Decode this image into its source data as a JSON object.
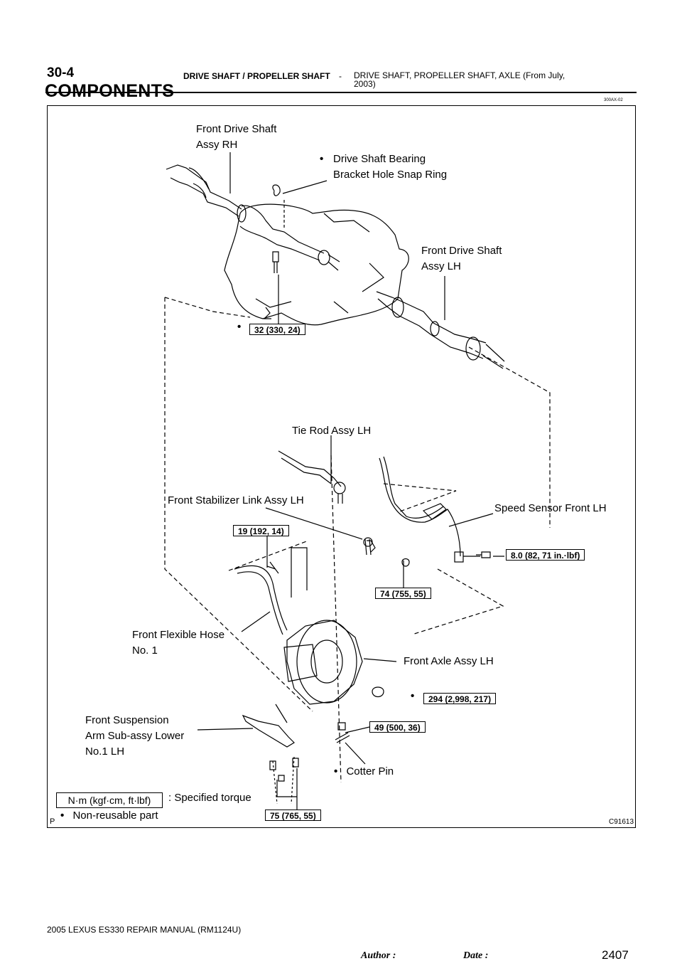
{
  "header": {
    "page_number": "30-4",
    "section_left": "DRIVE SHAFT / PROPELLER SHAFT",
    "section_dash": "-",
    "section_right": "DRIVE SHAFT, PROPELLER SHAFT, AXLE (From July, 2003)",
    "doc_code": "300AX-02"
  },
  "title": "COMPONENTS",
  "figure": {
    "labels": {
      "front_drive_shaft_rh_1": "Front Drive Shaft",
      "front_drive_shaft_rh_2": "Assy RH",
      "snap_ring_1": "Drive Shaft Bearing",
      "snap_ring_2": "Bracket Hole Snap Ring",
      "front_drive_shaft_lh_1": "Front Drive Shaft",
      "front_drive_shaft_lh_2": "Assy LH",
      "tie_rod": "Tie Rod Assy LH",
      "stabilizer_link": "Front Stabilizer Link Assy LH",
      "speed_sensor": "Speed Sensor Front LH",
      "flexible_hose_1": "Front Flexible Hose",
      "flexible_hose_2": "No. 1",
      "front_axle": "Front Axle Assy LH",
      "suspension_arm_1": "Front Suspension",
      "suspension_arm_2": "Arm Sub-assy Lower",
      "suspension_arm_3": "No.1 LH",
      "cotter_pin": "Cotter Pin"
    },
    "torques": {
      "t32": "32 (330, 24)",
      "t19": "19 (192, 14)",
      "t8": "8.0 (82, 71 in.·lbf)",
      "t74": "74 (755, 55)",
      "t294": "294 (2,998, 217)",
      "t49": "49 (500, 36)",
      "t75": "75 (765, 55)"
    },
    "legend": {
      "unit_box": "N·m (kgf·cm, ft·lbf)",
      "specified": ": Specified torque",
      "non_reusable": "Non-reusable part",
      "bullet_symbol": "•"
    },
    "figure_id": "C91613",
    "corner_mark": "P"
  },
  "footer": {
    "manual": "2005 LEXUS ES330 REPAIR MANUAL   (RM1124U)",
    "page_total": "2407",
    "author_label": "Author :",
    "date_label": "Date :"
  }
}
